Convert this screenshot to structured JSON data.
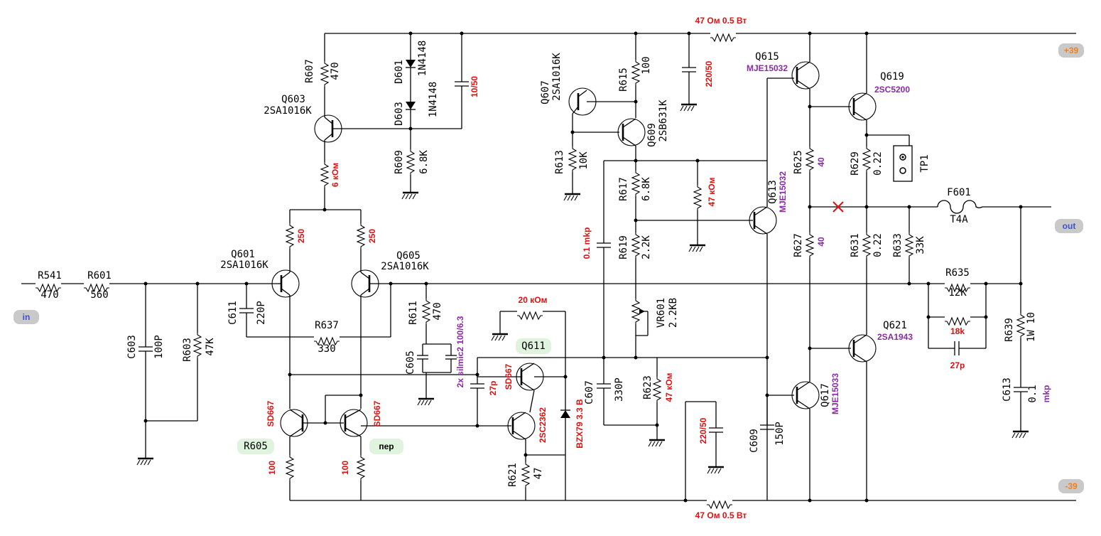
{
  "rails": {
    "pos": "+39",
    "neg": "-39",
    "in": "in",
    "out": "out"
  },
  "top_res": "47 Ом 0.5 Вт",
  "bot_res": "47 Ом 0.5 Вт",
  "R541": {
    "ref": "R541",
    "val": "470"
  },
  "R601": {
    "ref": "R601",
    "val": "560"
  },
  "C603": {
    "ref": "C603",
    "val": "100P"
  },
  "R603": {
    "ref": "R603",
    "val": "47K"
  },
  "Q601": {
    "ref": "Q601",
    "part": "2SA1016K"
  },
  "Q605": {
    "ref": "Q605",
    "part": "2SA1016K"
  },
  "Q603": {
    "ref": "Q603",
    "part": "2SA1016K"
  },
  "R607": {
    "ref": "R607",
    "val": "470"
  },
  "D601": {
    "ref": "D601",
    "part": "1N4148"
  },
  "D603": {
    "ref": "D603",
    "part": "1N4148"
  },
  "R609": {
    "ref": "R609",
    "val": "6.8K"
  },
  "c_10_50": "10/50",
  "six_kohm": "6 кОм",
  "r250a": "250",
  "r250b": "250",
  "C611": {
    "ref": "C611",
    "val": "220P"
  },
  "R637": {
    "ref": "R637",
    "val": "330"
  },
  "sd667a": "SD667",
  "sd667b": "SD667",
  "sd667c": "SD667",
  "R605": "R605",
  "per": "пер",
  "r100a": "100",
  "r100b": "100",
  "R611": {
    "ref": "R611",
    "val": "470"
  },
  "C605": {
    "ref": "C605"
  },
  "silmic": "2x silmic2 100/6.3",
  "twenty_kohm": "20 кОм",
  "Q611": "Q611",
  "c27p_a": "27p",
  "Q2SC2362": "2SC2362",
  "zener": "BZX79  3.3 В",
  "R621": {
    "ref": "R621",
    "val": "47"
  },
  "Q607": {
    "ref": "Q607",
    "part": "2SA1016K"
  },
  "R613": {
    "ref": "R613",
    "val": "10K"
  },
  "R615": {
    "ref": "R615",
    "val": "100"
  },
  "Q609": {
    "ref": "Q609",
    "part": "2SB631K"
  },
  "c220_50_top": "220/50",
  "R617": {
    "ref": "R617",
    "val": "6.8K"
  },
  "r47k_a": "47 кОм",
  "mkp01": "0.1 mkp",
  "R619": {
    "ref": "R619",
    "val": "2.2K"
  },
  "VR601": {
    "ref": "VR601",
    "val": "2.2KB"
  },
  "C607": {
    "ref": "C607",
    "val": "330P"
  },
  "R623": {
    "ref": "R623"
  },
  "r47k_b": "47 кОм",
  "c220_50_bot": "220/50",
  "Q613": {
    "ref": "Q613",
    "part": "MJE15032"
  },
  "C609": {
    "ref": "C609",
    "val": "150P"
  },
  "Q615": {
    "ref": "Q615",
    "part": "MJE15032"
  },
  "Q617": {
    "ref": "Q617",
    "part": "MJE15033"
  },
  "Q619": {
    "ref": "Q619",
    "part": "2SC5200"
  },
  "Q621": {
    "ref": "Q621",
    "part": "2SA1943"
  },
  "R625": {
    "ref": "R625",
    "val": "40"
  },
  "R627": {
    "ref": "R627",
    "val": "40"
  },
  "R629": {
    "ref": "R629",
    "val": "0.22"
  },
  "R631": {
    "ref": "R631",
    "val": "0.22"
  },
  "R633": {
    "ref": "R633",
    "val": "33K"
  },
  "TP1": "TP1",
  "F601": {
    "ref": "F601",
    "val": "T4A"
  },
  "R635": {
    "ref": "R635",
    "val": "12K"
  },
  "r18k": "18k",
  "c27p_b": "27p",
  "R639": {
    "ref": "R639",
    "val": "1W 10"
  },
  "C613": {
    "ref": "C613",
    "val": "0.1"
  },
  "mkp_c613": "mkp"
}
